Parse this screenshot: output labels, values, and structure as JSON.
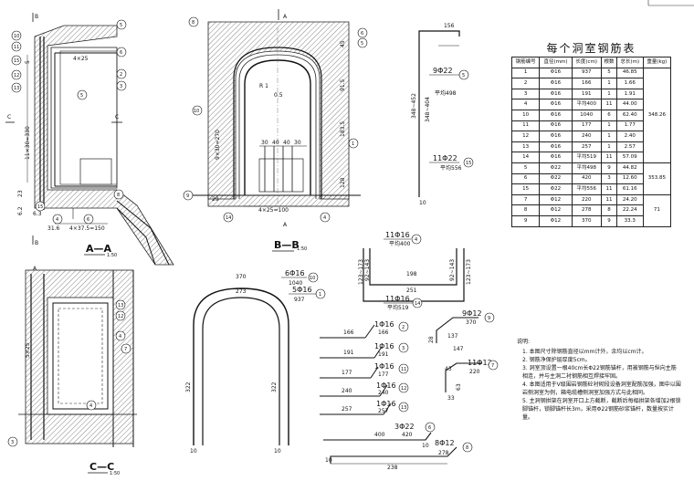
{
  "table": {
    "title": "每个洞室钢筋表",
    "headers": [
      "钢筋编号",
      "直径(mm)",
      "长度(cm)",
      "根数",
      "总长(m)",
      "重量(kg)"
    ],
    "rows": [
      {
        "no": "1",
        "dia": "Φ16",
        "len": "937",
        "cnt": "5",
        "total": "46.85",
        "weight": ""
      },
      {
        "no": "2",
        "dia": "Φ16",
        "len": "166",
        "cnt": "1",
        "total": "1.66",
        "weight": ""
      },
      {
        "no": "3",
        "dia": "Φ16",
        "len": "191",
        "cnt": "1",
        "total": "1.91",
        "weight": ""
      },
      {
        "no": "4",
        "dia": "Φ16",
        "len": "平均400",
        "cnt": "11",
        "total": "44.00",
        "weight": ""
      },
      {
        "no": "10",
        "dia": "Φ16",
        "len": "1040",
        "cnt": "6",
        "total": "62.40",
        "weight": "348.26"
      },
      {
        "no": "11",
        "dia": "Φ16",
        "len": "177",
        "cnt": "1",
        "total": "1.77",
        "weight": ""
      },
      {
        "no": "12",
        "dia": "Φ16",
        "len": "240",
        "cnt": "1",
        "total": "2.40",
        "weight": ""
      },
      {
        "no": "13",
        "dia": "Φ16",
        "len": "257",
        "cnt": "1",
        "total": "2.57",
        "weight": ""
      },
      {
        "no": "14",
        "dia": "Φ16",
        "len": "平均519",
        "cnt": "11",
        "total": "57.09",
        "weight": ""
      },
      {
        "no": "5",
        "dia": "Φ22",
        "len": "平均498",
        "cnt": "9",
        "total": "44.82",
        "weight": ""
      },
      {
        "no": "6",
        "dia": "Φ22",
        "len": "420",
        "cnt": "3",
        "total": "12.60",
        "weight": "353.85"
      },
      {
        "no": "15",
        "dia": "Φ22",
        "len": "平均556",
        "cnt": "11",
        "total": "61.16",
        "weight": ""
      },
      {
        "no": "7",
        "dia": "Φ12",
        "len": "220",
        "cnt": "11",
        "total": "24.20",
        "weight": ""
      },
      {
        "no": "8",
        "dia": "Φ12",
        "len": "278",
        "cnt": "8",
        "total": "22.24",
        "weight": "71"
      },
      {
        "no": "9",
        "dia": "Φ12",
        "len": "370",
        "cnt": "9",
        "total": "33.3",
        "weight": ""
      }
    ]
  },
  "notes": {
    "heading": "说明:",
    "items": [
      "1. 本图尺寸除钢筋直径以mm计外，余均以cm计。",
      "2. 钢筋净保护层厚度5cm。",
      "3. 洞室顶设置一根40cm长Φ22钢筋锚杆，用被钢筋与纵向主筋相连，并与主洞二衬钢筋相互焊接牢固。",
      "4. 本图适用于V级围岩钢筋砼衬砌段设备洞室配筋加强，图中以围岩侧洞室为例，箱电缆槽侧洞室加强方式与此相同。",
      "5. 主洞钢拱架在洞室开口上方截断，截断后每榀拱架各增加2根锁脚锚杆，锁脚锚杆长3m，采用Φ22钢筋砂浆锚杆，数量按实计量。"
    ]
  },
  "views": {
    "aa": {
      "title": "A—A",
      "scale": "1:50"
    },
    "bb": {
      "title": "B—B",
      "scale": "1:50"
    },
    "cc": {
      "title": "C—C",
      "scale": "1:50"
    }
  },
  "section_marks": {
    "a": "A",
    "b": "B",
    "c": "C"
  },
  "dims": {
    "aa_top": "4×25",
    "aa_v1": "11×30=330",
    "aa_v2": "5",
    "aa_v3": "23",
    "aa_v4": "6.2",
    "aa_v5": "31.6",
    "aa_bottom": "4×37.5=150",
    "aa_b2": "6.3",
    "bb_arc": "R 1",
    "bb_v": "9×30=270",
    "bb_r1": "91.5",
    "bb_r2": "183.5",
    "bb_r3": "45",
    "bb_r4": "128",
    "bb_h1": "30",
    "bb_h2": "40",
    "bb_h3": "40",
    "bb_h4": "30",
    "bb_bottom": "4×25=100",
    "bb_b2": "29",
    "bb_top": "0.5",
    "cc_v": "5×25",
    "r15_top": "156",
    "r15_left": "348~452",
    "r15_left2": "348~404",
    "r15_bot": "10",
    "r5_label": "9Φ22",
    "r5_len": "平均498",
    "r15_label": "11Φ22",
    "r15_len": "平均556",
    "r10_label": "6Φ16",
    "r10_len": "1040",
    "r1_label": "5Φ16",
    "r1_len": "937",
    "arch_top": "370",
    "arch_inner": "273",
    "arch_l": "322",
    "arch_r": "322",
    "arch_bl": "10",
    "arch_br": "10",
    "r4_label": "11Φ16",
    "r4_len": "平均400",
    "u4_l": "92~143",
    "u4_r": "92~143",
    "u4_b": "198",
    "r14_label": "11Φ16",
    "r14_len": "平均519",
    "u14_l": "123~173",
    "u14_r": "123~173",
    "u14_b": "251",
    "r2_label": "1Φ16",
    "r2_len": "166",
    "r2_d": "166",
    "r3_label": "1Φ16",
    "r3_len": "191",
    "r3_d": "191",
    "r11_label": "1Φ16",
    "r11_len": "177",
    "r11_d": "177",
    "r12_label": "1Φ16",
    "r12_len": "240",
    "r12_d": "240",
    "r13_label": "1Φ16",
    "r13_len": "257",
    "r13_d": "257",
    "r9_label": "9Φ12",
    "r9_len": "370",
    "r9_a": "137",
    "r9_b": "28",
    "r9_c": "147",
    "r7_label": "11Φ12",
    "r7_len": "220",
    "r7_a": "43",
    "r7_b": "33",
    "r7_c": "63",
    "r6_label": "3Φ22",
    "r6_len": "420",
    "r6_d": "400",
    "r6_e": "10",
    "r8_label": "8Φ12",
    "r8_len": "278",
    "r8_d": "238",
    "r8_e": "10"
  },
  "bubbles": {
    "n1": "1",
    "n2": "2",
    "n3": "3",
    "n4": "4",
    "n5": "5",
    "n6": "6",
    "n7": "7",
    "n8": "8",
    "n9": "9",
    "n10": "10",
    "n11": "11",
    "n12": "12",
    "n13": "13",
    "n14": "14",
    "n15": "15"
  }
}
